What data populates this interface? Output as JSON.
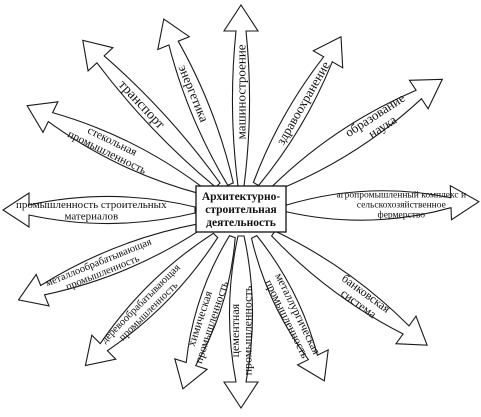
{
  "diagram": {
    "center": {
      "lines": [
        "Архитектурно-",
        "строительная",
        "деятельность"
      ]
    },
    "spokes": [
      {
        "id": "mashinostroenie",
        "lines": [
          "машиностроение"
        ]
      },
      {
        "id": "zdravookhranenie",
        "lines": [
          "здравоохранение"
        ]
      },
      {
        "id": "obrazovanie",
        "lines": [
          "образование",
          "наука"
        ]
      },
      {
        "id": "agro",
        "lines": [
          "агропромышленный комплекс и",
          "сельскохозяйственное",
          "фермерство"
        ]
      },
      {
        "id": "bank",
        "lines": [
          "банковская",
          "система"
        ]
      },
      {
        "id": "metallurg",
        "lines": [
          "металлургическая",
          "промышленность"
        ]
      },
      {
        "id": "cement",
        "lines": [
          "цементная",
          "промышленность"
        ]
      },
      {
        "id": "khim",
        "lines": [
          "химическая",
          "промышленность"
        ]
      },
      {
        "id": "derevo",
        "lines": [
          "деревообрабатывающая",
          "промышленность"
        ]
      },
      {
        "id": "metalloobr",
        "lines": [
          "металлообрабатывающая",
          "промышленность"
        ]
      },
      {
        "id": "stroymat",
        "lines": [
          "промышленность строительных",
          "материалов"
        ]
      },
      {
        "id": "steklo",
        "lines": [
          "стекольная",
          "промышленность"
        ]
      },
      {
        "id": "transport",
        "lines": [
          "транспорт"
        ]
      },
      {
        "id": "energetika",
        "lines": [
          "энергетика"
        ]
      }
    ]
  }
}
